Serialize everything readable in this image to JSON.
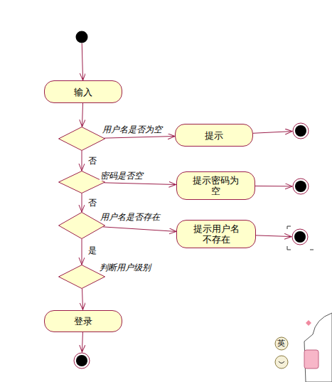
{
  "diagram": {
    "nodes": [
      {
        "text": []
      },
      {
        "text": [
          "输入"
        ]
      },
      {
        "text": []
      },
      {
        "text": [
          "提示"
        ]
      },
      {
        "text": []
      },
      {
        "text": []
      },
      {
        "text": [
          "提示密码为空"
        ]
      },
      {
        "text": []
      },
      {
        "text": []
      },
      {
        "text": [
          "提示用户名不存在"
        ]
      },
      {
        "text": []
      },
      {
        "text": [
          "判断用户级别"
        ]
      },
      {
        "text": [
          "登录"
        ]
      },
      {
        "text": []
      }
    ],
    "edges": [
      {
        "from": 0,
        "to": 1,
        "arrow": "to"
      },
      {
        "from": 1,
        "to": 2,
        "arrow": "to"
      },
      {
        "from": 2,
        "to": 3,
        "label": "用户名是否为空",
        "arrow": "to"
      },
      {
        "from": 3,
        "to": 4,
        "arrow": "to"
      },
      {
        "from": 2,
        "to": 5,
        "label": "否",
        "arrow": "to"
      },
      {
        "from": 5,
        "to": 6,
        "label": "密码是否空",
        "arrow": "to"
      },
      {
        "from": 6,
        "to": 7,
        "arrow": "to"
      },
      {
        "from": 5,
        "to": 8,
        "label": "否",
        "arrow": "to"
      },
      {
        "from": 8,
        "to": 9,
        "label": "用户名是否存在",
        "arrow": "to"
      },
      {
        "from": 9,
        "to": 10,
        "arrow": "to"
      },
      {
        "from": 8,
        "to": 11,
        "label": "是",
        "arrow": "to"
      },
      {
        "from": 11,
        "to": 12,
        "arrow": "to"
      },
      {
        "from": 12,
        "to": 13,
        "arrow": "to"
      }
    ],
    "labels": [
      "英"
    ]
  }
}
